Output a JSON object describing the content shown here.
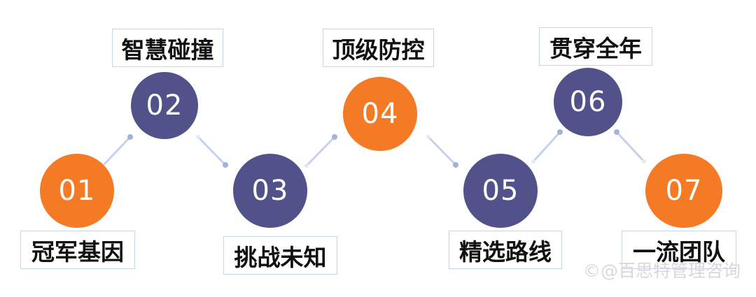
{
  "steps": [
    {
      "number": "01",
      "label": "冠军基因",
      "color": "#f47a26"
    },
    {
      "number": "02",
      "label": "智慧碰撞",
      "color": "#51528a"
    },
    {
      "number": "03",
      "label": "挑战未知",
      "color": "#51528a"
    },
    {
      "number": "04",
      "label": "顶级防控",
      "color": "#f47a26"
    },
    {
      "number": "05",
      "label": "精选路线",
      "color": "#51528a"
    },
    {
      "number": "06",
      "label": "贯穿全年",
      "color": "#51528a"
    },
    {
      "number": "07",
      "label": "一流团队",
      "color": "#f47a26"
    }
  ],
  "watermark": "©@百思特管理咨询",
  "connector_color": "#b8c8e8"
}
